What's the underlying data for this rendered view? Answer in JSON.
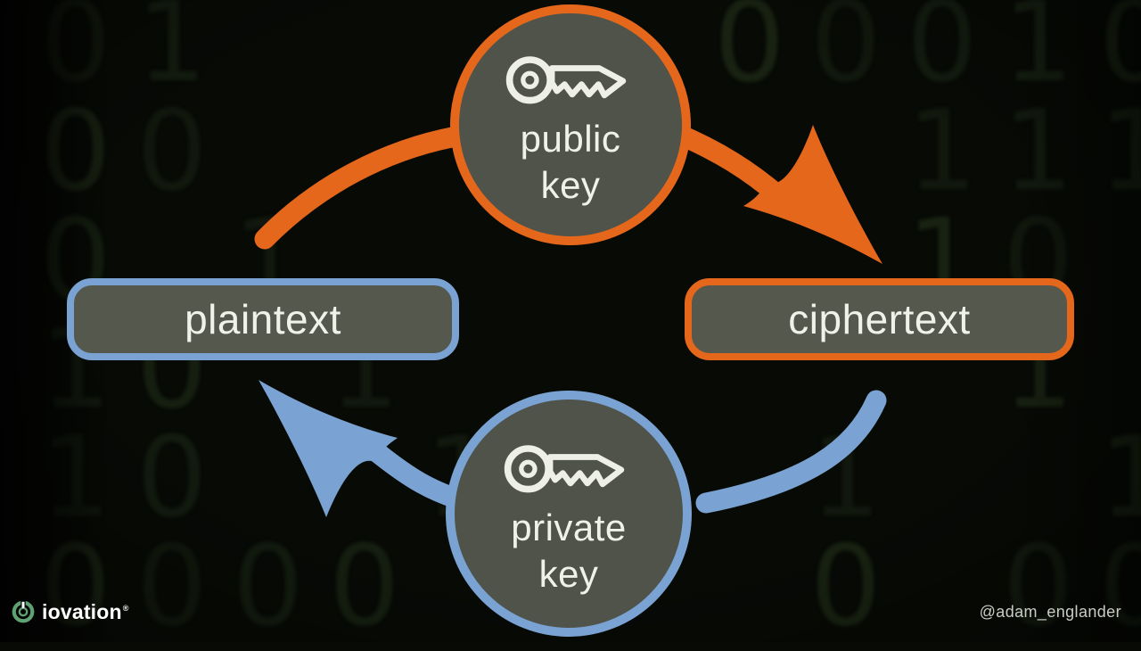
{
  "colors": {
    "bg": "#070a05",
    "digit": "#2b3b21",
    "orange": "#e4671b",
    "blue": "#7aa2d2",
    "node_fill": "#4f5349",
    "box_fill": "#54584d",
    "label": "#f0f2ea",
    "handle": "#c9cdc5",
    "logo_green": "#5fa172",
    "logo_text": "#ffffff"
  },
  "background": {
    "rows": [
      "01     00010",
      "00       111",
      "0 1      10 ",
      "10 1      1 ",
      "10  1   1  1",
      "0000    0 00"
    ]
  },
  "nodes": {
    "public_key": {
      "line1": "public",
      "line2": "key"
    },
    "private_key": {
      "line1": "private",
      "line2": "key"
    }
  },
  "boxes": {
    "plaintext": {
      "label": "plaintext"
    },
    "ciphertext": {
      "label": "ciphertext"
    }
  },
  "footer": {
    "logo_text": "iovation",
    "logo_mark": "®",
    "handle": "@adam_englander"
  }
}
